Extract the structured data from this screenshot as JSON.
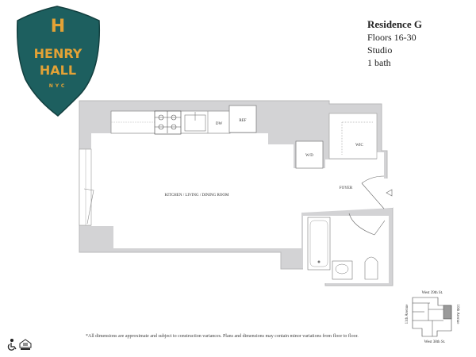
{
  "logo": {
    "letter": "H",
    "line1": "HENRY",
    "line2": "HALL",
    "line3": "NYC",
    "shield_color": "#1d5f5f",
    "letter_color": "#e2a236"
  },
  "residence": {
    "title": "Residence G",
    "floors": "Floors 16-30",
    "type": "Studio",
    "baths": "1 bath"
  },
  "plan": {
    "rooms": {
      "main": "KITCHEN / LIVING / DINING ROOM",
      "foyer": "FOYER",
      "wic": "WIC",
      "wd": "W/D",
      "dw": "DW",
      "ref": "REF"
    },
    "wall_color": "#d3d3d5"
  },
  "key_map": {
    "north": "West 39th St.",
    "south": "West 38th St.",
    "west": "11th Avenue",
    "east": "10th Avenue",
    "highlight_color": "#9a9a9a"
  },
  "footer": {
    "note": "*All dimensions are approximate and subject to construction variances. Plans and dimensions may contain minor variations from floor to floor.",
    "icons": [
      "accessibility-icon",
      "equal-housing-icon"
    ]
  }
}
